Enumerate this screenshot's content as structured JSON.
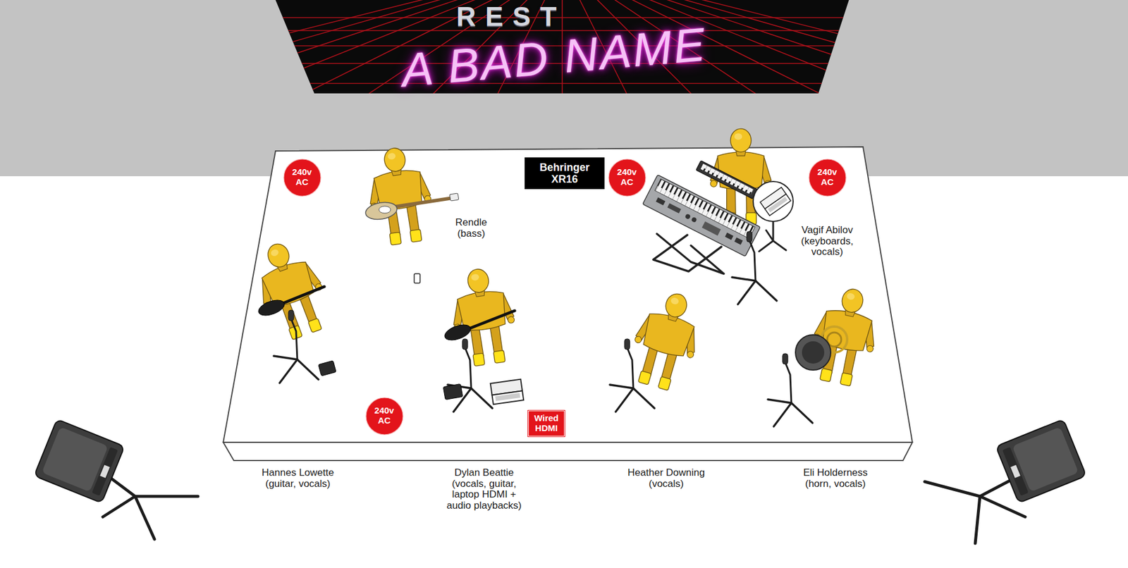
{
  "diagram": {
    "nodes": [
      {
        "text": [
          "240v AC"
        ]
      },
      {
        "text": [
          "Behringer XR16"
        ]
      },
      {
        "text": [
          "240v AC"
        ]
      },
      {
        "text": [
          "240v AC"
        ]
      },
      {
        "text": [
          "240v AC"
        ]
      },
      {
        "text": [
          "Wired HDMI"
        ]
      }
    ],
    "labels": [
      "REST",
      "A BAD NAME",
      "Rendle (bass)",
      "Vagif Abilov (keyboards, vocals)",
      "Hannes Lowette (guitar, vocals)",
      "Dylan Beattie (vocals, guitar, laptop HDMI + audio playbacks)",
      "Heather Downing (vocals)",
      "Eli Holderness (horn, vocals)"
    ]
  }
}
